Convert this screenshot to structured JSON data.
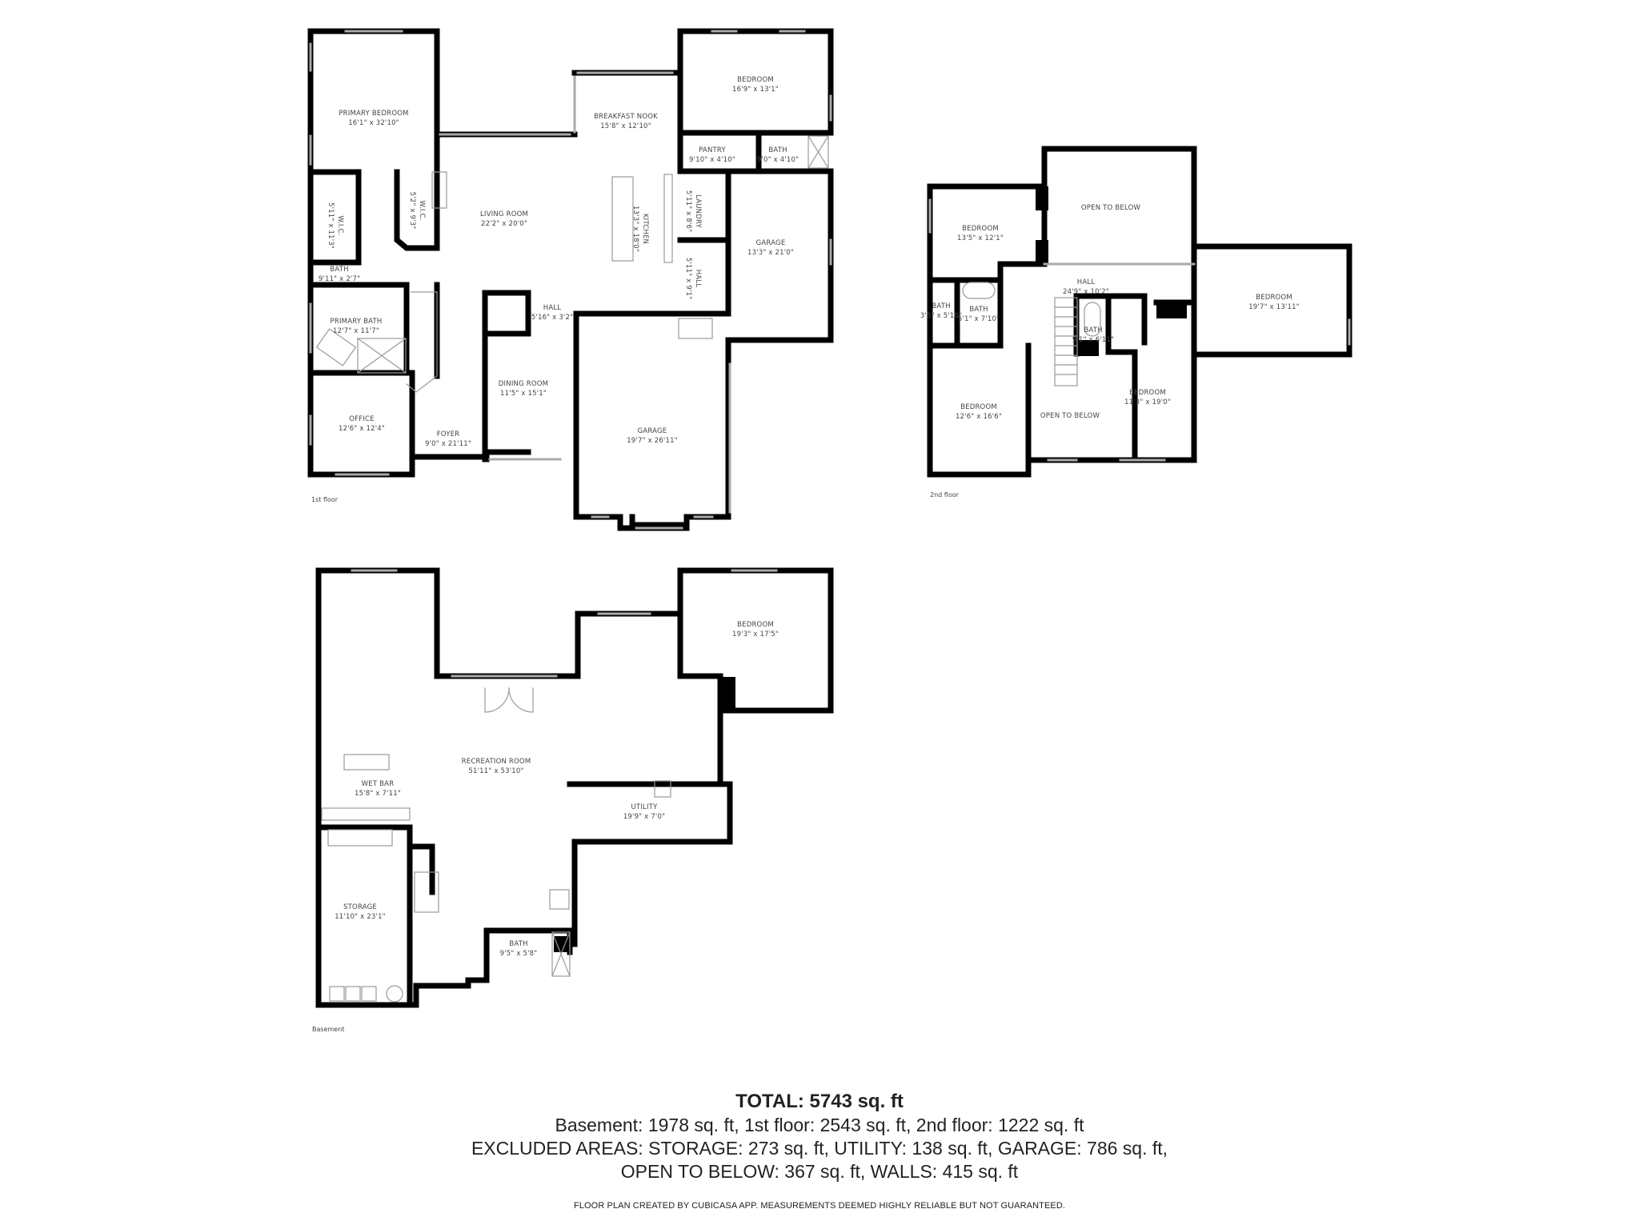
{
  "floors": [
    {
      "label": "1st floor",
      "rooms": [
        {
          "name": "PRIMARY BEDROOM",
          "dim": "16'1\" x 32'10\""
        },
        {
          "name": "W.I.C.",
          "dim": "5'11\" x 11'3\""
        },
        {
          "name": "W.I.C.",
          "dim": "5'2\" x 9'3\""
        },
        {
          "name": "BATH",
          "dim": "9'11\" x 2'7\""
        },
        {
          "name": "PRIMARY BATH",
          "dim": "12'7\" x 11'7\""
        },
        {
          "name": "OFFICE",
          "dim": "12'6\" x 12'4\""
        },
        {
          "name": "FOYER",
          "dim": "9'0\" x 21'11\""
        },
        {
          "name": "LIVING ROOM",
          "dim": "22'2\" x 20'0\""
        },
        {
          "name": "BREAKFAST NOOK",
          "dim": "15'8\" x 12'10\""
        },
        {
          "name": "KITCHEN",
          "dim": "13'3\" x 18'0\""
        },
        {
          "name": "BEDROOM",
          "dim": "16'9\" x 13'1\""
        },
        {
          "name": "PANTRY",
          "dim": "9'10\" x 4'10\""
        },
        {
          "name": "BATH",
          "dim": "9'0\" x 4'10\""
        },
        {
          "name": "LAUNDRY",
          "dim": "5'11\" x 8'6\""
        },
        {
          "name": "HALL",
          "dim": "5'11\" x 9'1\""
        },
        {
          "name": "GARAGE",
          "dim": "13'3\" x 21'0\""
        },
        {
          "name": "HALL",
          "dim": "5'16\" x 3'2\""
        },
        {
          "name": "DINING ROOM",
          "dim": "11'5\" x 15'1\""
        },
        {
          "name": "GARAGE",
          "dim": "19'7\" x 26'11\""
        }
      ]
    },
    {
      "label": "2nd floor",
      "rooms": [
        {
          "name": "BEDROOM",
          "dim": "13'5\" x 12'1\""
        },
        {
          "name": "OPEN TO BELOW",
          "dim": ""
        },
        {
          "name": "HALL",
          "dim": "24'9\" x 10'2\""
        },
        {
          "name": "BEDROOM",
          "dim": "19'7\" x 13'11\""
        },
        {
          "name": "BATH",
          "dim": "3'5\" x 5'10\""
        },
        {
          "name": "BATH",
          "dim": "5'1\" x 7'10\""
        },
        {
          "name": "BATH",
          "dim": "9'1\" x 6'11\""
        },
        {
          "name": "BEDROOM",
          "dim": "12'6\" x 16'6\""
        },
        {
          "name": "OPEN TO BELOW",
          "dim": ""
        },
        {
          "name": "BEDROOM",
          "dim": "11'3\" x 19'0\""
        }
      ]
    },
    {
      "label": "Basement",
      "rooms": [
        {
          "name": "BEDROOM",
          "dim": "19'3\" x 17'5\""
        },
        {
          "name": "RECREATION ROOM",
          "dim": "51'11\" x 53'10\""
        },
        {
          "name": "WET BAR",
          "dim": "15'8\" x 7'11\""
        },
        {
          "name": "UTILITY",
          "dim": "19'9\" x 7'0\""
        },
        {
          "name": "STORAGE",
          "dim": "11'10\" x 23'1\""
        },
        {
          "name": "BATH",
          "dim": "9'5\" x 5'8\""
        }
      ]
    }
  ],
  "summary": {
    "total": "TOTAL: 5743 sq. ft",
    "floors_line": "Basement: 1978 sq. ft, 1st floor: 2543 sq. ft, 2nd floor: 1222 sq. ft",
    "excluded_line1": "EXCLUDED AREAS: STORAGE: 273 sq. ft, UTILITY: 138 sq. ft, GARAGE: 786 sq. ft,",
    "excluded_line2": "OPEN TO BELOW: 367 sq. ft, WALLS: 415 sq. ft",
    "disclaimer": "FLOOR PLAN CREATED BY CUBICASA APP. MEASUREMENTS DEEMED HIGHLY RELIABLE BUT NOT GUARANTEED."
  },
  "colors": {
    "wall": "#000000",
    "window": "#bbbbbb",
    "fixture": "#999999",
    "text": "#444444"
  }
}
